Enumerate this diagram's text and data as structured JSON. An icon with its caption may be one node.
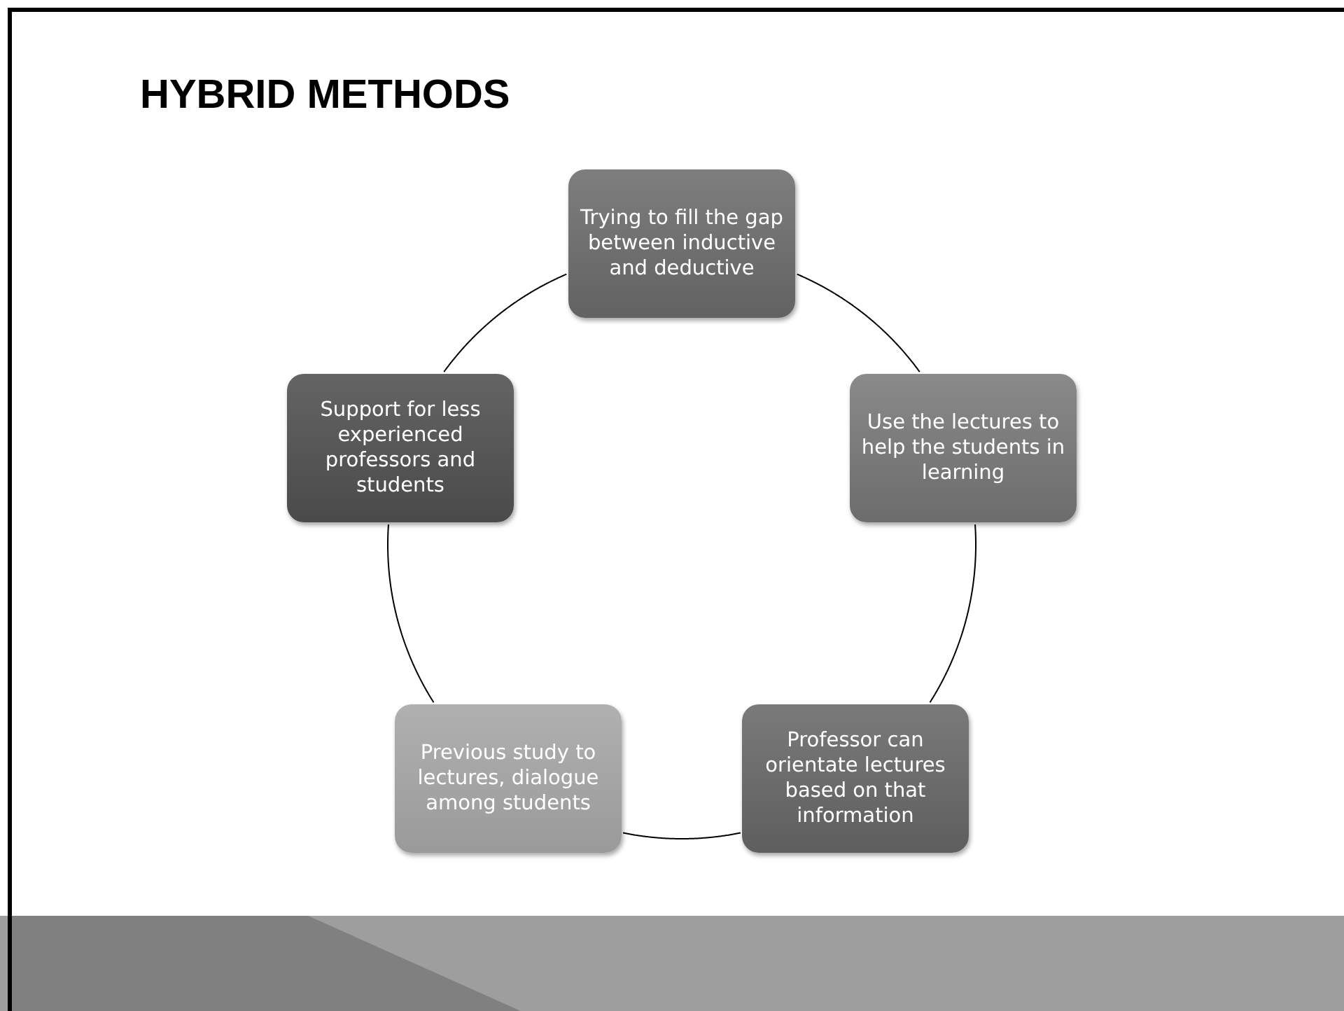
{
  "diagram": {
    "title": "HYBRID METHODS",
    "nodes": [
      {
        "text": [
          "Trying to fill the gap between inductive and deductive"
        ]
      },
      {
        "text": [
          "Use the lectures to help the students in learning"
        ]
      },
      {
        "text": [
          "Professor can orientate lectures based on that information"
        ]
      },
      {
        "text": [
          "Previous study to lectures, dialogue among students"
        ]
      },
      {
        "text": [
          "Support for less experienced professors and students"
        ]
      }
    ],
    "edges": [
      {
        "from": 0,
        "to": 1,
        "arrow": "none"
      },
      {
        "from": 1,
        "to": 2,
        "arrow": "none"
      },
      {
        "from": 2,
        "to": 3,
        "arrow": "none"
      },
      {
        "from": 3,
        "to": 4,
        "arrow": "none"
      },
      {
        "from": 4,
        "to": 0,
        "arrow": "none"
      }
    ]
  }
}
